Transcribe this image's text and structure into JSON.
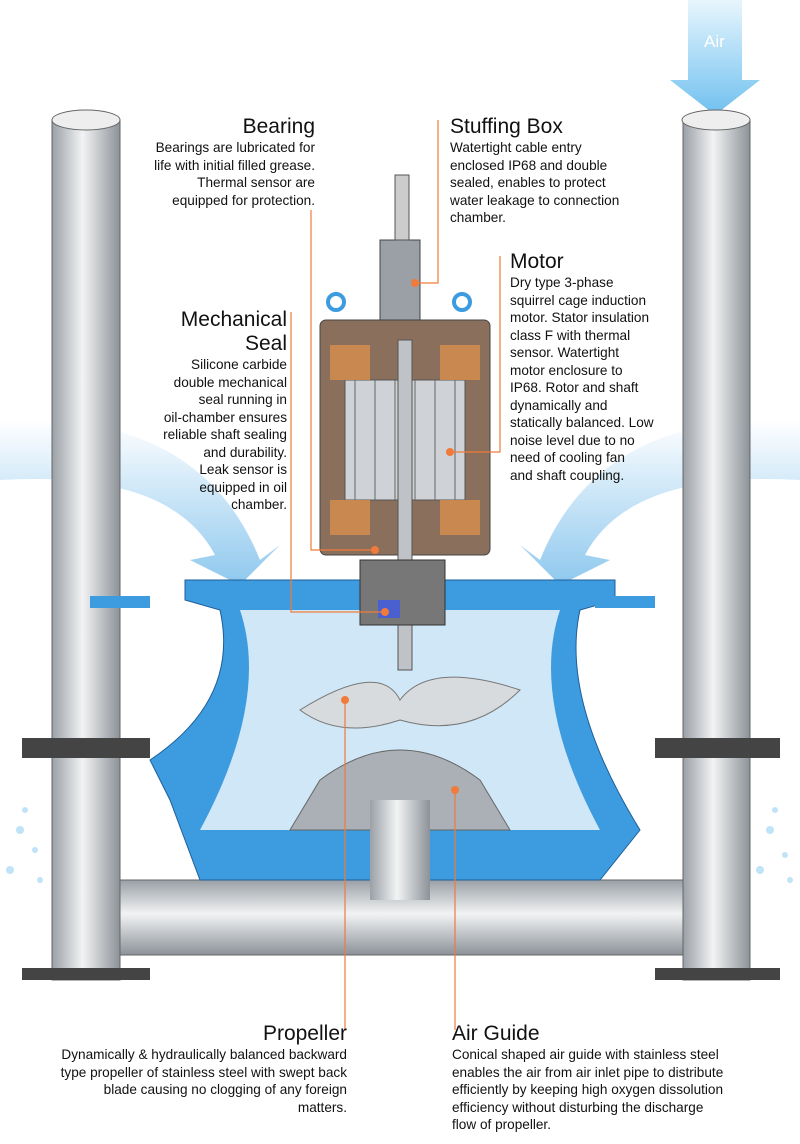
{
  "air_label": "Air",
  "callouts": {
    "bearing": {
      "title": "Bearing",
      "text": "Bearings are lubricated for\nlife with initial filled grease.\nThermal sensor are\nequipped for protection."
    },
    "stuffing_box": {
      "title": "Stuffing Box",
      "text": "Watertight cable entry\nenclosed IP68 and double\nsealed, enables to protect\nwater leakage to connection\nchamber."
    },
    "motor": {
      "title": "Motor",
      "text": "Dry type 3-phase\nsquirrel cage induction\nmotor. Stator insulation\nclass F with thermal\nsensor. Watertight\nmotor enclosure to\nIP68. Rotor and shaft\ndynamically and\nstatically balanced. Low\nnoise level due to no\nneed of cooling fan\nand shaft coupling."
    },
    "mechanical_seal": {
      "title": "Mechanical\nSeal",
      "text": "Silicone carbide\ndouble mechanical\nseal running in\noil-chamber ensures\nreliable shaft sealing\nand durability.\nLeak sensor is\nequipped in oil\nchamber."
    },
    "propeller": {
      "title": "Propeller",
      "text": "Dynamically & hydraulically balanced backward\ntype propeller of stainless steel with swept back\nblade causing no clogging of any foreign\nmatters."
    },
    "air_guide": {
      "title": "Air Guide",
      "text": "Conical shaped air guide with stainless steel\nenables the air from air inlet pipe to distribute\nefficiently by keeping high oxygen dissolution\nefficiency without disturbing the discharge\nflow of propeller."
    }
  },
  "colors": {
    "leader": "#f07b3a",
    "water": "#3d9be0",
    "steel": "#c8ccd0",
    "air": "#9fd4f5"
  }
}
